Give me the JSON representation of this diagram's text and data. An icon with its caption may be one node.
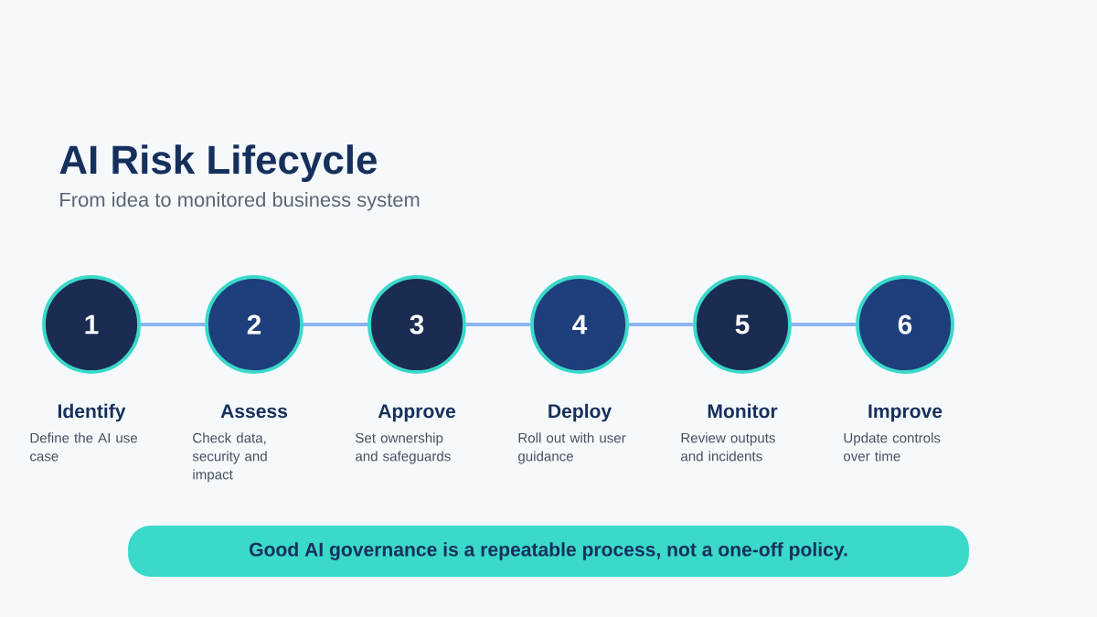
{
  "diagram": {
    "title": "AI Risk Lifecycle",
    "nodes": [
      {
        "text": [
          "1",
          "Identify",
          "Define the AI use case"
        ]
      },
      {
        "text": [
          "2",
          "Assess",
          "Check data, security and impact"
        ]
      },
      {
        "text": [
          "3",
          "Approve",
          "Set ownership and safeguards"
        ]
      },
      {
        "text": [
          "4",
          "Deploy",
          "Roll out with user guidance"
        ]
      },
      {
        "text": [
          "5",
          "Monitor",
          "Review outputs and incidents"
        ]
      },
      {
        "text": [
          "6",
          "Improve",
          "Update controls over time"
        ]
      },
      {
        "text": [
          "Good AI governance is a repeatable process, not a one-off policy."
        ]
      }
    ],
    "edges": [
      {
        "from": 0,
        "to": 1,
        "arrow": "none"
      },
      {
        "from": 1,
        "to": 2,
        "arrow": "none"
      },
      {
        "from": 2,
        "to": 3,
        "arrow": "none"
      },
      {
        "from": 3,
        "to": 4,
        "arrow": "none"
      },
      {
        "from": 4,
        "to": 5,
        "arrow": "none"
      }
    ],
    "labels": [
      "From idea to monitored business system"
    ]
  }
}
